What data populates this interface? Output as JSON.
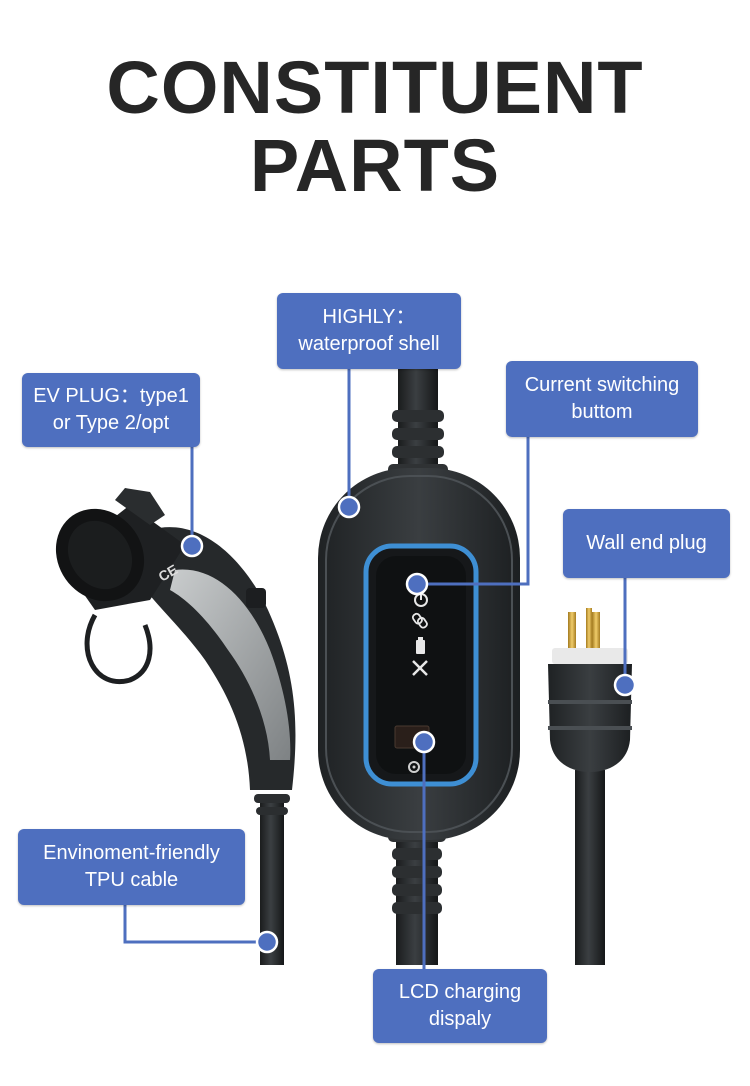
{
  "title": {
    "line1": "CONSTITUENT",
    "line2": "PARTS"
  },
  "callouts": {
    "shell": {
      "line1": "HIGHLY：",
      "line2": "waterproof shell"
    },
    "ev_plug": {
      "line1": "EV PLUG：type1",
      "line2": "or Type 2/opt"
    },
    "switch": {
      "line1": "Current switching",
      "line2": "buttom"
    },
    "wall_plug": {
      "line1": "Wall end plug"
    },
    "cable": {
      "line1": "Envinoment-friendly",
      "line2": "TPU cable"
    },
    "lcd": {
      "line1": "LCD charging",
      "line2": "dispaly"
    }
  },
  "device": {
    "brand_mark": "CE"
  },
  "colors": {
    "callout_bg": "#4e6fbf",
    "title_text": "#262626",
    "device_body": "#2b2e30",
    "panel_ring": "#3e8fd4"
  },
  "icons": [
    "power-icon",
    "link-icon",
    "battery-icon",
    "tools-icon",
    "settings-icon"
  ]
}
